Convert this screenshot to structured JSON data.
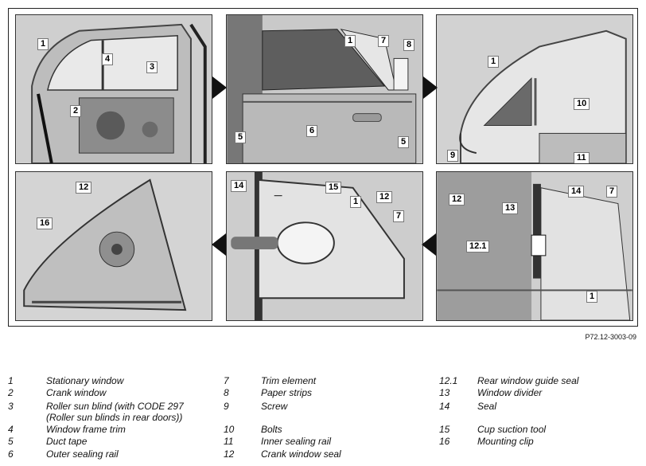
{
  "document": {
    "figure_code": "P72.12-3003-09"
  },
  "panels": [
    {
      "id": "p1",
      "callouts": [
        "1",
        "4",
        "3",
        "2"
      ]
    },
    {
      "id": "p2",
      "callouts": [
        "1",
        "7",
        "8",
        "5",
        "6",
        "5"
      ]
    },
    {
      "id": "p3",
      "callouts": [
        "1",
        "10",
        "9",
        "11"
      ]
    },
    {
      "id": "p4",
      "callouts": [
        "12",
        "16"
      ]
    },
    {
      "id": "p5",
      "callouts": [
        "14",
        "15",
        "1",
        "12",
        "7"
      ]
    },
    {
      "id": "p6",
      "callouts": [
        "12",
        "14",
        "7",
        "13",
        "12.1",
        "1"
      ]
    }
  ],
  "legend": [
    {
      "num": "1",
      "text": "Stationary window"
    },
    {
      "num": "2",
      "text": "Crank window"
    },
    {
      "num": "3",
      "text": "Roller sun blind (with CODE 297"
    },
    {
      "num": "",
      "text": "(Roller sun blinds in rear doors))"
    },
    {
      "num": "4",
      "text": "Window frame trim"
    },
    {
      "num": "5",
      "text": "Duct tape"
    },
    {
      "num": "6",
      "text": "Outer sealing rail"
    },
    {
      "num": "7",
      "text": "Trim element"
    },
    {
      "num": "8",
      "text": "Paper strips"
    },
    {
      "num": "9",
      "text": "Screw"
    },
    {
      "num": "10",
      "text": "Bolts"
    },
    {
      "num": "11",
      "text": "Inner sealing rail"
    },
    {
      "num": "12",
      "text": "Crank window seal"
    },
    {
      "num": "12.1",
      "text": "Rear window guide seal"
    },
    {
      "num": "13",
      "text": "Window divider"
    },
    {
      "num": "14",
      "text": "Seal"
    },
    {
      "num": "15",
      "text": "Cup suction tool"
    },
    {
      "num": "16",
      "text": "Mounting clip"
    }
  ]
}
